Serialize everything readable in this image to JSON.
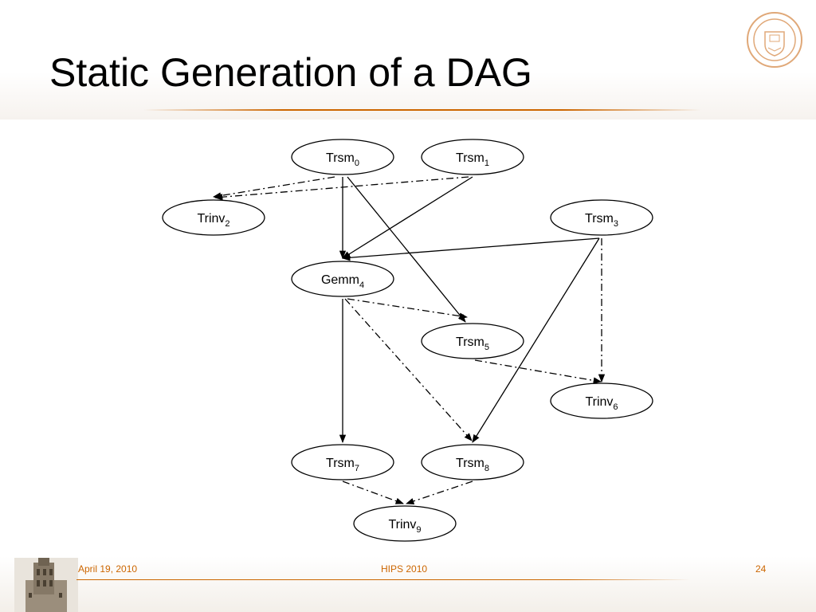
{
  "slide": {
    "title": "Static Generation of a DAG"
  },
  "footer": {
    "date": "April 19, 2010",
    "conference": "HIPS 2010",
    "page_number": "24"
  },
  "colors": {
    "accent": "#cc6600",
    "text": "#000000"
  },
  "diagram": {
    "nodes": [
      {
        "id": "trsm0",
        "name": "Trsm",
        "sub": "0"
      },
      {
        "id": "trsm1",
        "name": "Trsm",
        "sub": "1"
      },
      {
        "id": "trinv2",
        "name": "Trinv",
        "sub": "2"
      },
      {
        "id": "trsm3",
        "name": "Trsm",
        "sub": "3"
      },
      {
        "id": "gemm4",
        "name": "Gemm",
        "sub": "4"
      },
      {
        "id": "trsm5",
        "name": "Trsm",
        "sub": "5"
      },
      {
        "id": "trinv6",
        "name": "Trinv",
        "sub": "6"
      },
      {
        "id": "trsm7",
        "name": "Trsm",
        "sub": "7"
      },
      {
        "id": "trsm8",
        "name": "Trsm",
        "sub": "8"
      },
      {
        "id": "trinv9",
        "name": "Trinv",
        "sub": "9"
      }
    ],
    "edges": [
      {
        "from": "trsm0",
        "to": "trinv2",
        "style": "dashdot"
      },
      {
        "from": "trsm1",
        "to": "trinv2",
        "style": "dashdot"
      },
      {
        "from": "trsm0",
        "to": "gemm4",
        "style": "solid"
      },
      {
        "from": "trsm1",
        "to": "gemm4",
        "style": "solid"
      },
      {
        "from": "trsm3",
        "to": "gemm4",
        "style": "solid"
      },
      {
        "from": "trsm0",
        "to": "trsm5",
        "style": "solid"
      },
      {
        "from": "gemm4",
        "to": "trsm5",
        "style": "dashdot"
      },
      {
        "from": "trsm3",
        "to": "trinv6",
        "style": "dashdot"
      },
      {
        "from": "trsm5",
        "to": "trinv6",
        "style": "dashdot"
      },
      {
        "from": "gemm4",
        "to": "trsm7",
        "style": "solid"
      },
      {
        "from": "gemm4",
        "to": "trsm8",
        "style": "dashdot"
      },
      {
        "from": "trsm3",
        "to": "trsm8",
        "style": "solid"
      },
      {
        "from": "trsm7",
        "to": "trinv9",
        "style": "dashdot"
      },
      {
        "from": "trsm8",
        "to": "trinv9",
        "style": "dashdot"
      }
    ]
  }
}
